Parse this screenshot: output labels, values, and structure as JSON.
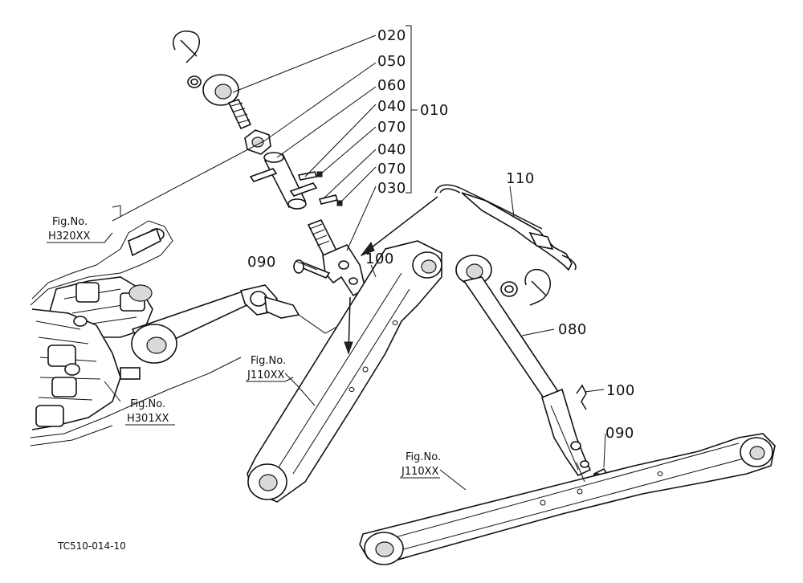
{
  "diagram": {
    "callouts": {
      "c020": "020",
      "c050": "050",
      "c060": "060",
      "c040a": "040",
      "c070a": "070",
      "c040b": "040",
      "c070b": "070",
      "c030": "030",
      "c010": "010",
      "c110": "110",
      "c090a": "090",
      "c100a": "100",
      "c080": "080",
      "c100b": "100",
      "c090b": "090"
    },
    "fig_refs": {
      "r1": {
        "title": "Fig.No.",
        "code": "H320XX"
      },
      "r2": {
        "title": "Fig.No.",
        "code": "J110XX"
      },
      "r3": {
        "title": "Fig.No.",
        "code": "H301XX"
      },
      "r4": {
        "title": "Fig.No.",
        "code": "J110XX"
      }
    },
    "caption": "TC510-014-10"
  }
}
